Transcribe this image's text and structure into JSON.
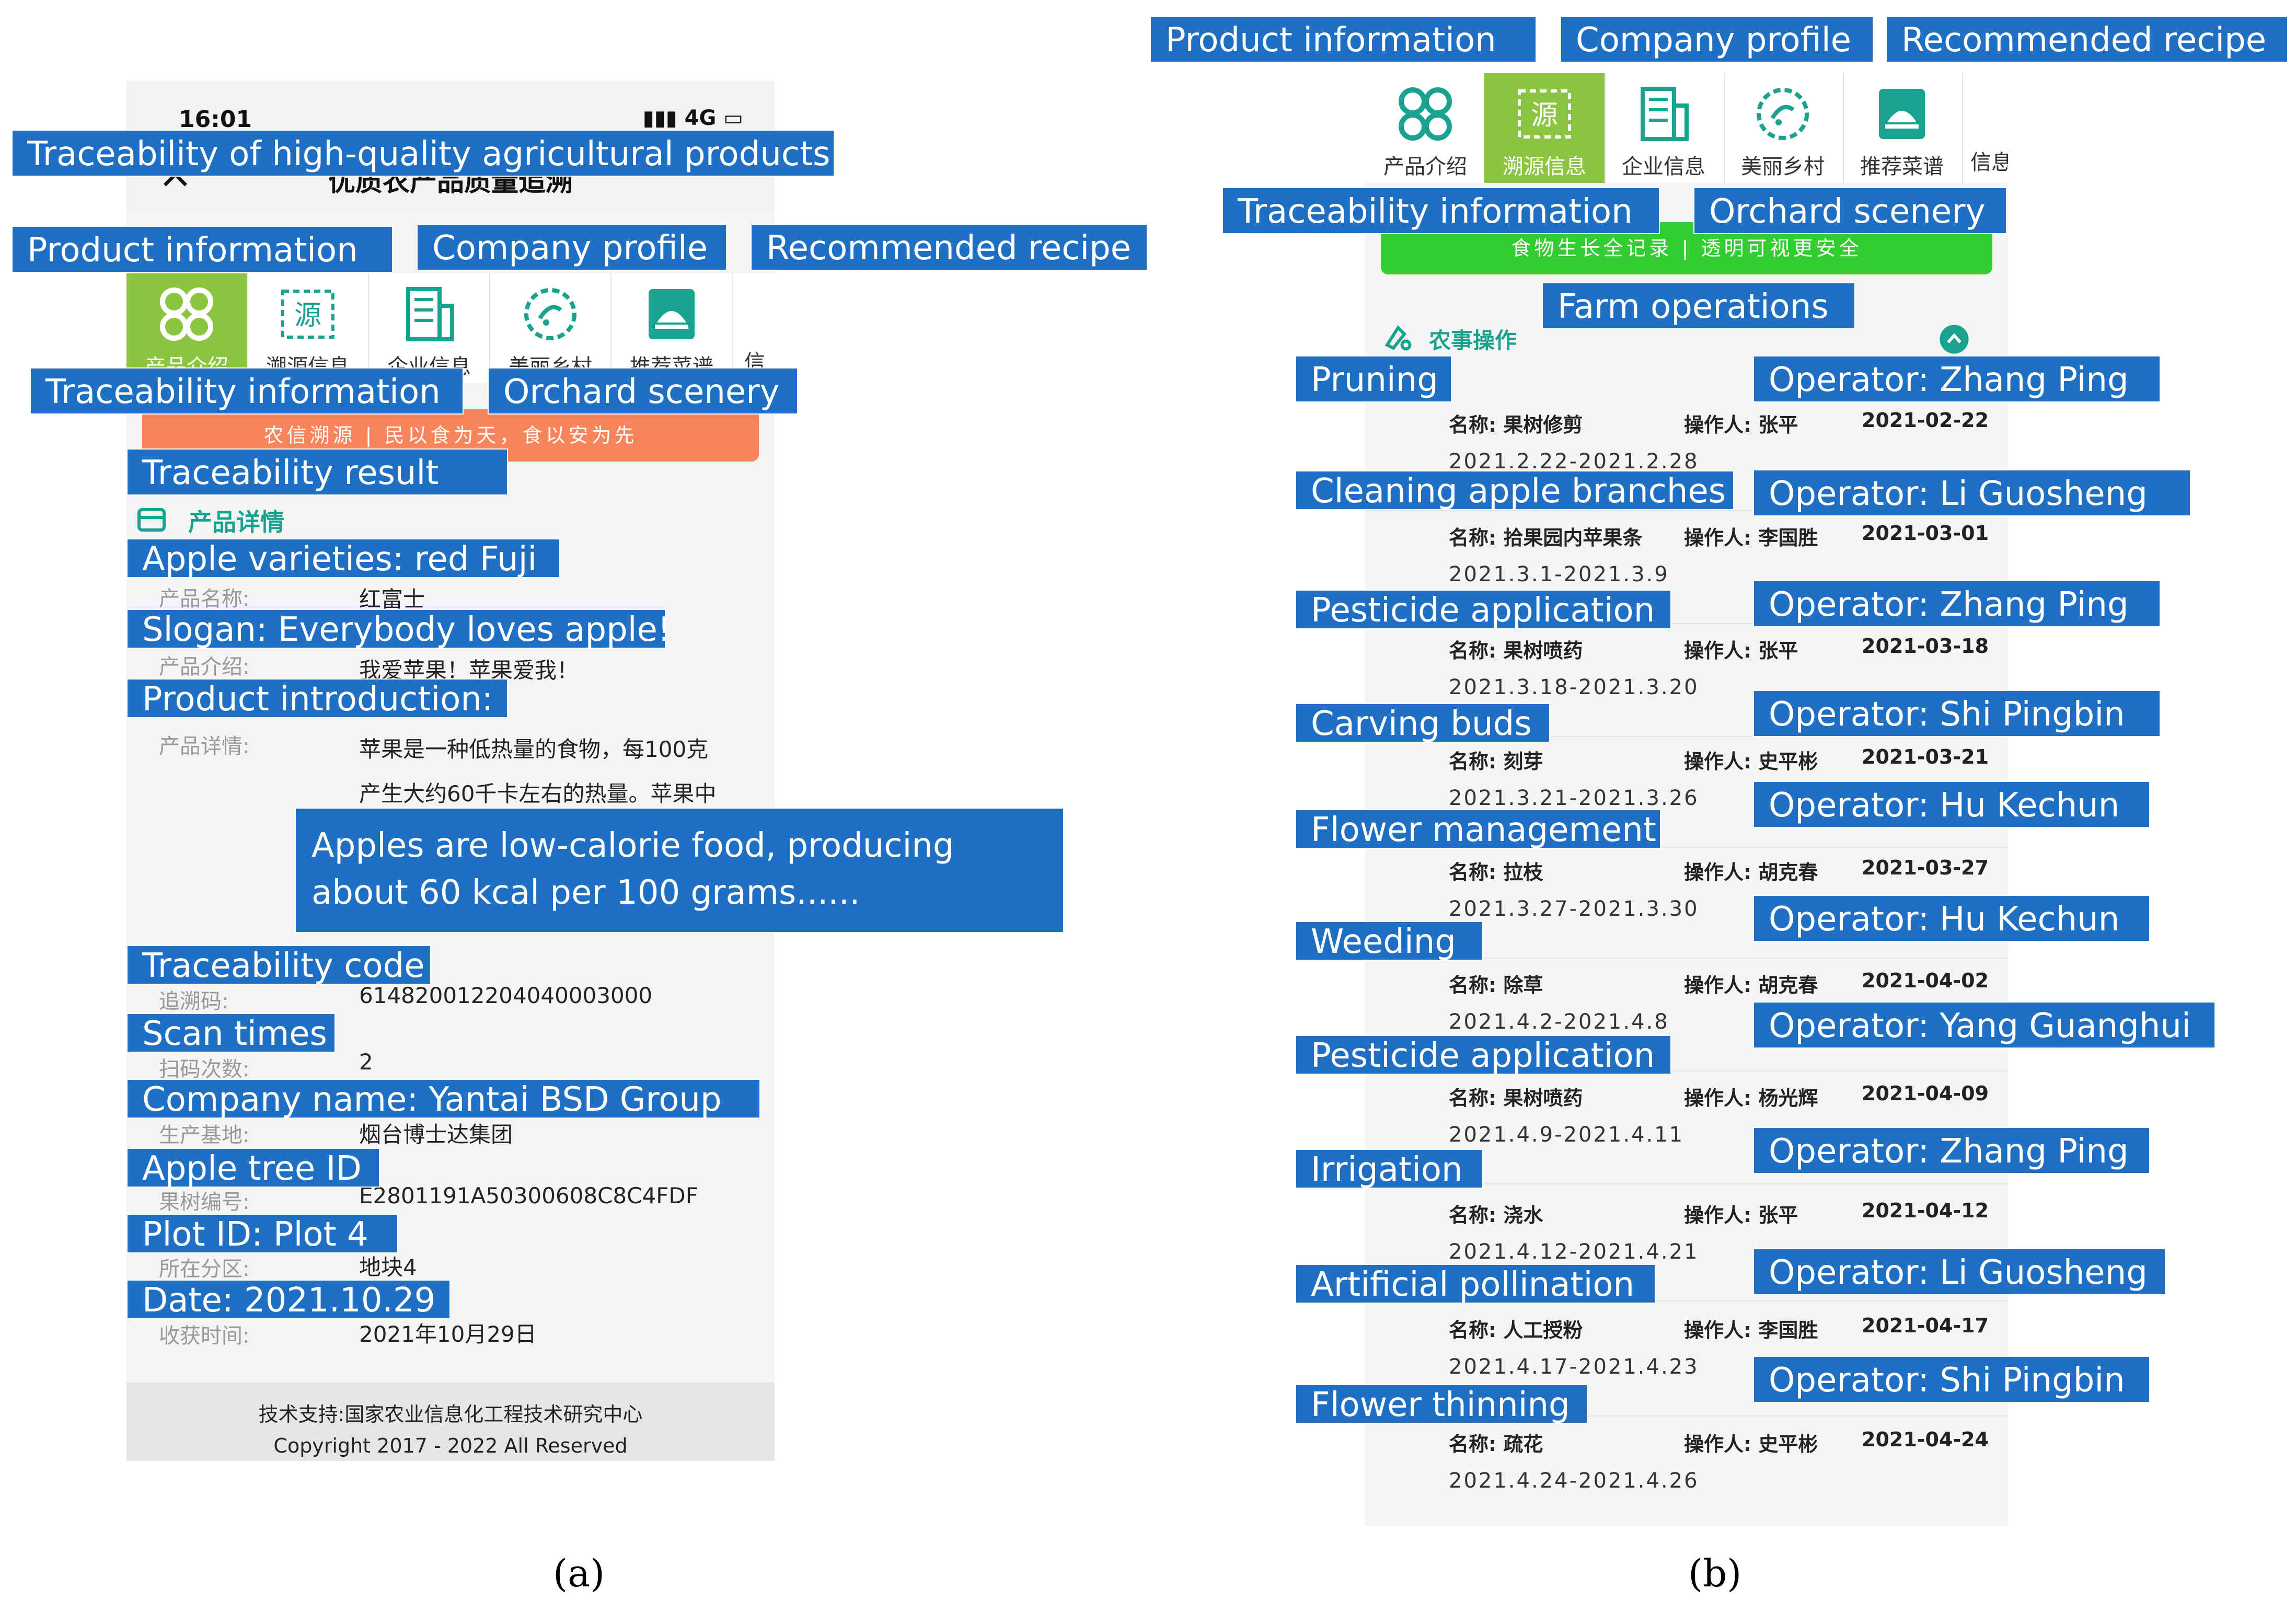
{
  "left_phone": {
    "status_time": "16:01",
    "status_right": "4G",
    "title": "优质农产品质量追溯",
    "nav": [
      {
        "label": "产品介绍",
        "icon": "clover-icon"
      },
      {
        "label": "溯源信息",
        "icon": "source-icon"
      },
      {
        "label": "企业信息",
        "icon": "building-icon"
      },
      {
        "label": "美丽乡村",
        "icon": "village-icon"
      },
      {
        "label": "推荐菜谱",
        "icon": "recipe-icon"
      },
      {
        "label": "信",
        "icon": "info-icon"
      }
    ],
    "banner": "农信溯源 | 民以食为天，食以安为先",
    "section_title": "产品详情",
    "rows": [
      {
        "key": "产品名称:",
        "value": "红富士"
      },
      {
        "key": "产品介绍:",
        "value": "我爱苹果！苹果爱我！"
      },
      {
        "key": "产品详情:",
        "value": "苹果是一种低热量的食物，每100克"
      },
      {
        "key": "",
        "value": "产生大约60千卡左右的热量。苹果中"
      },
      {
        "key": "追溯码:",
        "value": "614820012204040003000"
      },
      {
        "key": "扫码次数:",
        "value": "2"
      },
      {
        "key": "生产基地:",
        "value": "烟台博士达集团"
      },
      {
        "key": "果树编号:",
        "value": "E2801191A50300608C8C4FDF"
      },
      {
        "key": "所在分区:",
        "value": "地块4"
      },
      {
        "key": "收获时间:",
        "value": "2021年10月29日"
      }
    ],
    "footer_line1": "技术支持:国家农业信息化工程技术研究中心",
    "footer_line2": "Copyright 2017 - 2022 All Reserved"
  },
  "right_phone": {
    "nav": [
      {
        "label": "产品介绍",
        "icon": "clover-icon"
      },
      {
        "label": "溯源信息",
        "icon": "source-icon"
      },
      {
        "label": "企业信息",
        "icon": "building-icon"
      },
      {
        "label": "美丽乡村",
        "icon": "village-icon"
      },
      {
        "label": "推荐菜谱",
        "icon": "recipe-icon"
      },
      {
        "label": "信息",
        "icon": "info-icon"
      }
    ],
    "banner": "食物生长全记录 | 透明可视更安全",
    "section_title": "农事操作",
    "operations": [
      {
        "name": "名称: 果树修剪",
        "person": "操作人: 张平",
        "date": "2021-02-22",
        "range": "2021.2.22-2021.2.28"
      },
      {
        "name": "名称: 拾果园内苹果条",
        "person": "操作人: 李国胜",
        "date": "2021-03-01",
        "range": "2021.3.1-2021.3.9"
      },
      {
        "name": "名称: 果树喷药",
        "person": "操作人: 张平",
        "date": "2021-03-18",
        "range": "2021.3.18-2021.3.20"
      },
      {
        "name": "名称: 刻芽",
        "person": "操作人: 史平彬",
        "date": "2021-03-21",
        "range": "2021.3.21-2021.3.26"
      },
      {
        "name": "名称: 拉枝",
        "person": "操作人: 胡克春",
        "date": "2021-03-27",
        "range": "2021.3.27-2021.3.30"
      },
      {
        "name": "名称: 除草",
        "person": "操作人: 胡克春",
        "date": "2021-04-02",
        "range": "2021.4.2-2021.4.8"
      },
      {
        "name": "名称: 果树喷药",
        "person": "操作人: 杨光辉",
        "date": "2021-04-09",
        "range": "2021.4.9-2021.4.11"
      },
      {
        "name": "名称: 浇水",
        "person": "操作人: 张平",
        "date": "2021-04-12",
        "range": "2021.4.12-2021.4.21"
      },
      {
        "name": "名称: 人工授粉",
        "person": "操作人: 李国胜",
        "date": "2021-04-17",
        "range": "2021.4.17-2021.4.23"
      },
      {
        "name": "名称: 疏花",
        "person": "操作人: 史平彬",
        "date": "2021-04-24",
        "range": "2021.4.24-2021.4.26"
      }
    ]
  },
  "annotations_left": [
    "Traceability of high-quality agricultural products",
    "Product information",
    "Company profile",
    "Recommended recipe",
    "Traceability information",
    "Orchard scenery",
    "Traceability result",
    "Apple varieties: red Fuji",
    "Slogan: Everybody loves apple!",
    "Product introduction:",
    "Apples are low-calorie food, producing about 60 kcal per 100 grams......",
    "Traceability code",
    "Scan times",
    "Company name: Yantai BSD Group",
    "Apple tree ID",
    "Plot ID: Plot 4",
    "Date: 2021.10.29"
  ],
  "annotations_right": [
    "Product information",
    "Company profile",
    "Recommended recipe",
    "Traceability information",
    "Orchard scenery",
    "Farm operations",
    "Pruning",
    "Cleaning apple branches",
    "Pesticide application",
    "Carving buds",
    "Flower management",
    "Weeding",
    "Pesticide application",
    "Irrigation",
    "Artificial pollination",
    "Flower thinning",
    "Operator:  Zhang Ping",
    "Operator:  Li Guosheng",
    "Operator:  Zhang Ping",
    "Operator:  Shi Pingbin",
    "Operator:  Hu Kechun",
    "Operator:  Hu Kechun",
    "Operator:  Yang Guanghui",
    "Operator:  Zhang Ping",
    "Operator:  Li Guosheng",
    "Operator:  Shi Pingbin"
  ],
  "captions": [
    "(a)",
    "(b)"
  ],
  "colors": {
    "annotation_bg": "#1f6fc5",
    "active_nav": "#8cc53f",
    "accent_teal": "#19a38f",
    "banner_orange": "#f7845a",
    "banner_green": "#33cc33"
  }
}
